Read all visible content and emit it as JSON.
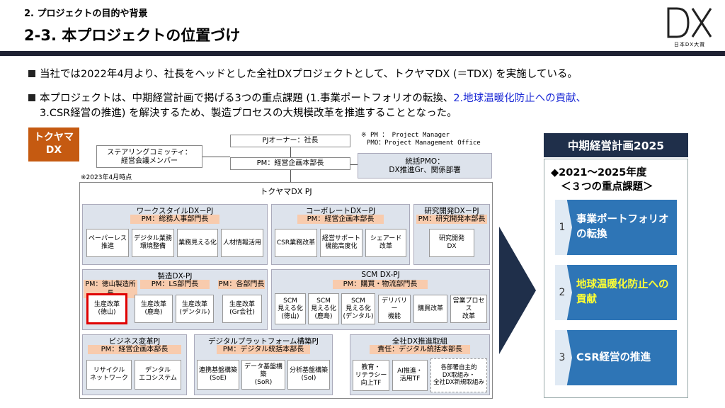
{
  "header": {
    "section": "2. プロジェクトの目的や背景",
    "title": "2-3. 本プロジェクトの位置づけ",
    "logo_text": "日本DX大賞"
  },
  "bullets": {
    "b1": "当社では2022年4月より、社長をヘッドとした全社DXプロジェクトとして、トクヤマDX (＝TDX) を実施している。",
    "b2_a": "本プロジェクトは、中期経営計画で掲げる3つの重点課題 (1.事業ポートフォリオの転換、",
    "b2_b": "2.地球温暖化防止への貢献、",
    "b2_c": "3.CSR経営の推進) を解決するため、製造プロセスの大規模改革を推進することとなった。"
  },
  "org": {
    "badge": [
      "トクヤマ",
      "DX"
    ],
    "owner": "PJオーナー：社長",
    "pm": "PM：経営企画本部長",
    "steering": [
      "ステアリングコミッティ：",
      "経営会議メンバー"
    ],
    "legend": [
      "※ PM ： Project Manager",
      "PMO：Project Management Office"
    ],
    "pmo": [
      "統括PMO：",
      "DX推進Gr、関係部署"
    ],
    "as_of": "※2023年4月時点",
    "main_title": "トクヤマDX PJ",
    "workstyle": {
      "head": "ワークスタイルDX－PJ",
      "pm": "PM：総務人事部門長",
      "chips": [
        [
          "ペーパーレス",
          "推進"
        ],
        [
          "デジタル業務",
          "環境整備"
        ],
        [
          "業務見える化"
        ],
        [
          "人材情報活用"
        ]
      ]
    },
    "corporate": {
      "head": "コーポレートDX－PJ",
      "pm": "PM：経営企画本部長",
      "chips": [
        [
          "CSR業務改革"
        ],
        [
          "経営サポート",
          "機能高度化"
        ],
        [
          "シェアード",
          "改革"
        ]
      ]
    },
    "rnd": {
      "head": "研究開発DX－PJ",
      "pm": "PM：研究開発本部長",
      "chips": [
        [
          "研究開発",
          "DX"
        ]
      ]
    },
    "mfg": {
      "head": "製造DX-PJ",
      "pm1": "PM：徳山製造所長",
      "pm2": "PM：LS部門長",
      "pm3": "PM：各部門長",
      "chips": [
        [
          "生産改革",
          "(徳山)"
        ],
        [
          "生産改革",
          "(鹿島)"
        ],
        [
          "生産改革",
          "(デンタル)"
        ],
        [
          "生産改革",
          "(Gr会社)"
        ]
      ],
      "highlight_color": "#e00000"
    },
    "scm": {
      "head": "SCM DX-PJ",
      "pm": "PM：購買・物流部門長",
      "chips": [
        [
          "SCM",
          "見える化",
          "(徳山)"
        ],
        [
          "SCM",
          "見える化",
          "(鹿島)"
        ],
        [
          "SCM",
          "見える化",
          "(デンタル)"
        ],
        [
          "デリバリー",
          "機能"
        ],
        [
          "購買改革"
        ],
        [
          "営業プロセス",
          "改革"
        ]
      ]
    },
    "biz": {
      "head": "ビジネス変革PJ",
      "pm": "PM：経営企画本部長",
      "chips": [
        [
          "リサイクル",
          "ネットワーク"
        ],
        [
          "デンタル",
          "エコシステム"
        ]
      ]
    },
    "platform": {
      "head": "デジタルプラットフォーム構築PJ",
      "pm": "PM：デジタル統括本部長",
      "chips": [
        [
          "連携基盤構築",
          "(SoE)"
        ],
        [
          "データ基盤構築",
          "(SoR)"
        ],
        [
          "分析基盤構築",
          "(SoI)"
        ]
      ]
    },
    "company": {
      "head": "全社DX推進取組",
      "pm": "責任：デジタル統括本部長",
      "chips": [
        [
          "教育・",
          "リテラシー",
          "向上TF"
        ],
        [
          "AI推進・",
          "活用TF"
        ],
        [
          "各部署自主的",
          "DX取組み・",
          "全社DX新規取組み"
        ]
      ]
    }
  },
  "plan": {
    "title": "中期経営計画2025",
    "period": "◆2021～2025年度",
    "sub": "＜３つの重点課題＞",
    "issues": [
      {
        "n": "1",
        "text": "事業ポートフォリオの転換"
      },
      {
        "n": "2",
        "text": "地球温暖化防止への貢献"
      },
      {
        "n": "3",
        "text": "CSR経営の推進"
      }
    ]
  },
  "colors": {
    "accent_blue": "#2e75b6",
    "navy": "#1f2f4a",
    "pm_fill": "#f8cbad",
    "badge": "#c55a11",
    "highlight_yellow": "#ffff33"
  }
}
